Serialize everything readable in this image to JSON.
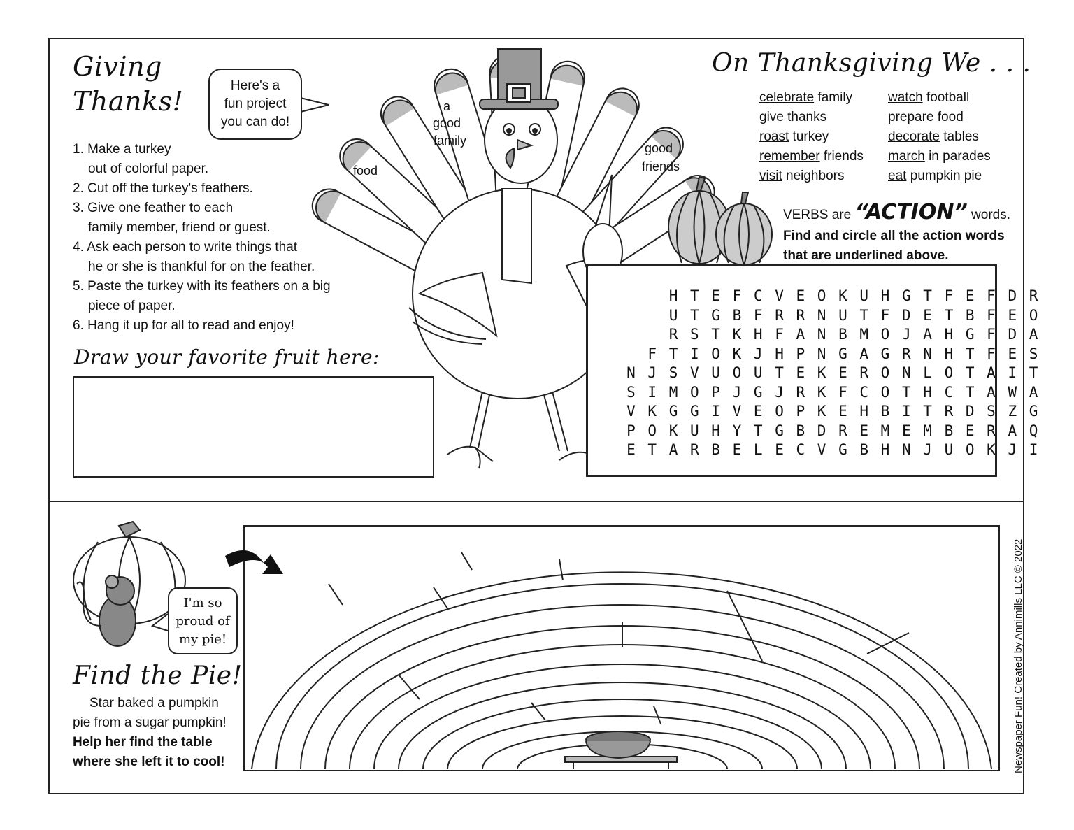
{
  "top_left": {
    "title_line1": "Giving",
    "title_line2": "Thanks!",
    "speech_bubble": [
      "Here's a",
      "fun project",
      "you can do!"
    ],
    "steps": [
      "1. Make a turkey",
      "out of colorful paper.",
      "2. Cut off the turkey's feathers.",
      "3. Give one feather to each",
      "family member, friend or guest.",
      "4. Ask each person to write things that",
      "he or she is thankful for on the feather.",
      "5. Paste the turkey with its feathers on a big",
      "piece of paper.",
      "6. Hang it up for all to read and enjoy!"
    ],
    "draw_title": "Draw your favorite fruit here:"
  },
  "turkey": {
    "feather_labels": [
      "food",
      "a",
      "good",
      "family",
      "good",
      "friends"
    ]
  },
  "thanksgiving": {
    "title": "On Thanksgiving We . . .",
    "verbs_left": [
      {
        "verb": "celebrate",
        "rest": " family"
      },
      {
        "verb": "give",
        "rest": " thanks"
      },
      {
        "verb": "roast",
        "rest": " turkey"
      },
      {
        "verb": "remember",
        "rest": " friends"
      },
      {
        "verb": "visit",
        "rest": " neighbors"
      }
    ],
    "verbs_right": [
      {
        "verb": "watch",
        "rest": " football"
      },
      {
        "verb": "prepare",
        "rest": " food"
      },
      {
        "verb": "decorate",
        "rest": " tables"
      },
      {
        "verb": "march",
        "rest": " in parades"
      },
      {
        "verb": "eat",
        "rest": " pumpkin pie"
      }
    ],
    "action_prefix": "VERBS are",
    "action_word": "“ACTION”",
    "action_suffix": "words.",
    "instruction_line1": "Find and circle all the action words",
    "instruction_line2": "that are underlined above."
  },
  "word_search": [
    "   HTEFCVEOKUHGTFEFDR",
    "   UTGBFRRNUTFDETBFEO",
    "   RSTKHFANBMOJAHGFDA",
    "  FTIOKJHPNGAGRNHTFES",
    " NJSVUOUTEKERONLOTAIT",
    " SIMOPJGJRKFCOTHCTAWA",
    " VKGGIVEOPKEHBITRDSZG",
    " POKUHYTGBDREMEMBERAQ",
    " ETARBELECVGBHNJUOKJI"
  ],
  "bottom": {
    "mouse_bubble": [
      "I'm so",
      "proud of",
      "my pie!"
    ],
    "find_title": "Find the Pie!",
    "text_line1": "Star baked a pumpkin",
    "text_line2": "pie from a sugar pumpkin!",
    "bold_line1": "Help her find the table",
    "bold_line2": "where she left it to cool!",
    "credit": "Newspaper Fun! Created by Annimills LLC © 2022"
  }
}
